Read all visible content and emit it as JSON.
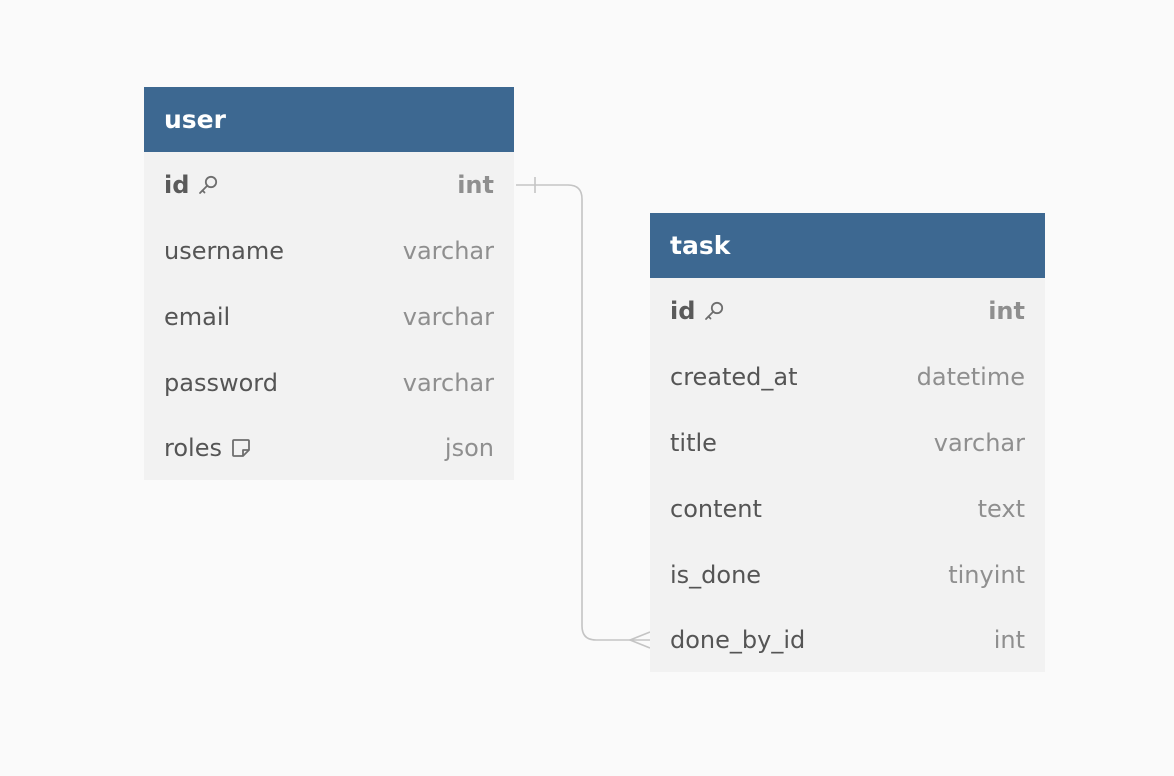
{
  "colors": {
    "header_bg": "#3d6891",
    "body_bg": "#f2f2f2",
    "canvas_bg": "#fafafa",
    "connector": "#c4c4c4"
  },
  "entities": [
    {
      "name": "user",
      "fields": [
        {
          "name": "id",
          "type": "int",
          "primary_key": true,
          "icon": "key-icon"
        },
        {
          "name": "username",
          "type": "varchar"
        },
        {
          "name": "email",
          "type": "varchar"
        },
        {
          "name": "password",
          "type": "varchar"
        },
        {
          "name": "roles",
          "type": "json",
          "icon": "note-icon"
        }
      ]
    },
    {
      "name": "task",
      "fields": [
        {
          "name": "id",
          "type": "int",
          "primary_key": true,
          "icon": "key-icon"
        },
        {
          "name": "created_at",
          "type": "datetime"
        },
        {
          "name": "title",
          "type": "varchar"
        },
        {
          "name": "content",
          "type": "text"
        },
        {
          "name": "is_done",
          "type": "tinyint"
        },
        {
          "name": "done_by_id",
          "type": "int"
        }
      ]
    }
  ],
  "relationships": [
    {
      "from": "user.id",
      "to": "task.done_by_id",
      "from_cardinality": "one",
      "to_cardinality": "many"
    }
  ]
}
